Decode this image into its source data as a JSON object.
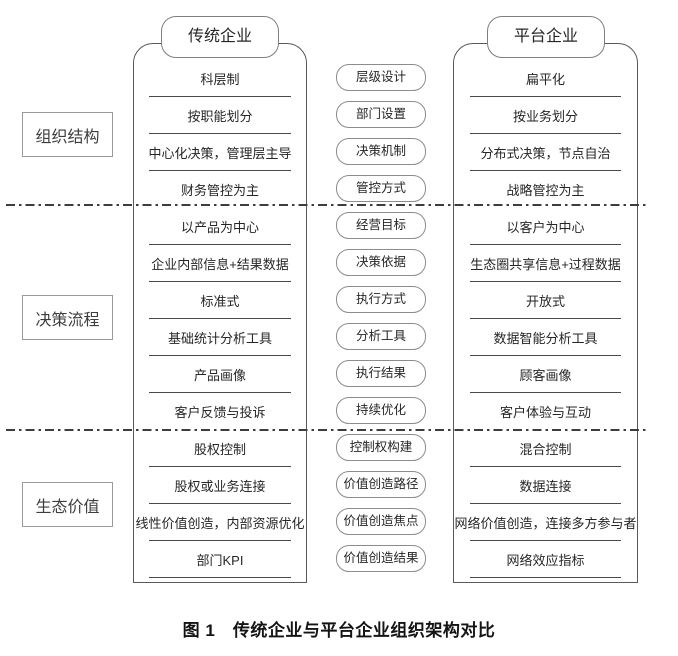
{
  "figure": {
    "caption": "图 1　传统企业与平台企业组织架构对比"
  },
  "columns": {
    "traditional_title": "传统企业",
    "platform_title": "平台企业"
  },
  "sections": [
    {
      "label": "组织结构",
      "rows": [
        {
          "dimension": "层级设计",
          "traditional": "科层制",
          "platform": "扁平化"
        },
        {
          "dimension": "部门设置",
          "traditional": "按职能划分",
          "platform": "按业务划分"
        },
        {
          "dimension": "决策机制",
          "traditional": "中心化决策，管理层主导",
          "platform": "分布式决策，节点自治"
        },
        {
          "dimension": "管控方式",
          "traditional": "财务管控为主",
          "platform": "战略管控为主"
        }
      ]
    },
    {
      "label": "决策流程",
      "rows": [
        {
          "dimension": "经营目标",
          "traditional": "以产品为中心",
          "platform": "以客户为中心"
        },
        {
          "dimension": "决策依据",
          "traditional": "企业内部信息+结果数据",
          "platform": "生态圈共享信息+过程数据"
        },
        {
          "dimension": "执行方式",
          "traditional": "标准式",
          "platform": "开放式"
        },
        {
          "dimension": "分析工具",
          "traditional": "基础统计分析工具",
          "platform": "数据智能分析工具"
        },
        {
          "dimension": "执行结果",
          "traditional": "产品画像",
          "platform": "顾客画像"
        },
        {
          "dimension": "持续优化",
          "traditional": "客户反馈与投诉",
          "platform": "客户体验与互动"
        }
      ]
    },
    {
      "label": "生态价值",
      "rows": [
        {
          "dimension": "控制权构建",
          "traditional": "股权控制",
          "platform": "混合控制"
        },
        {
          "dimension": "价值创造路径",
          "traditional": "股权或业务连接",
          "platform": "数据连接"
        },
        {
          "dimension": "价值创造焦点",
          "traditional": "线性价值创造，内部资源优化",
          "platform": "网络价值创造，连接多方参与者"
        },
        {
          "dimension": "价值创造结果",
          "traditional": "部门KPI",
          "platform": "网络效应指标"
        }
      ]
    }
  ],
  "colors": {
    "container_border": "#595959",
    "pill_border": "#8c8c8c",
    "row_line": "#4a4a4a",
    "dash_line": "#3d3d3d",
    "text": "#262626",
    "background": "#ffffff"
  }
}
